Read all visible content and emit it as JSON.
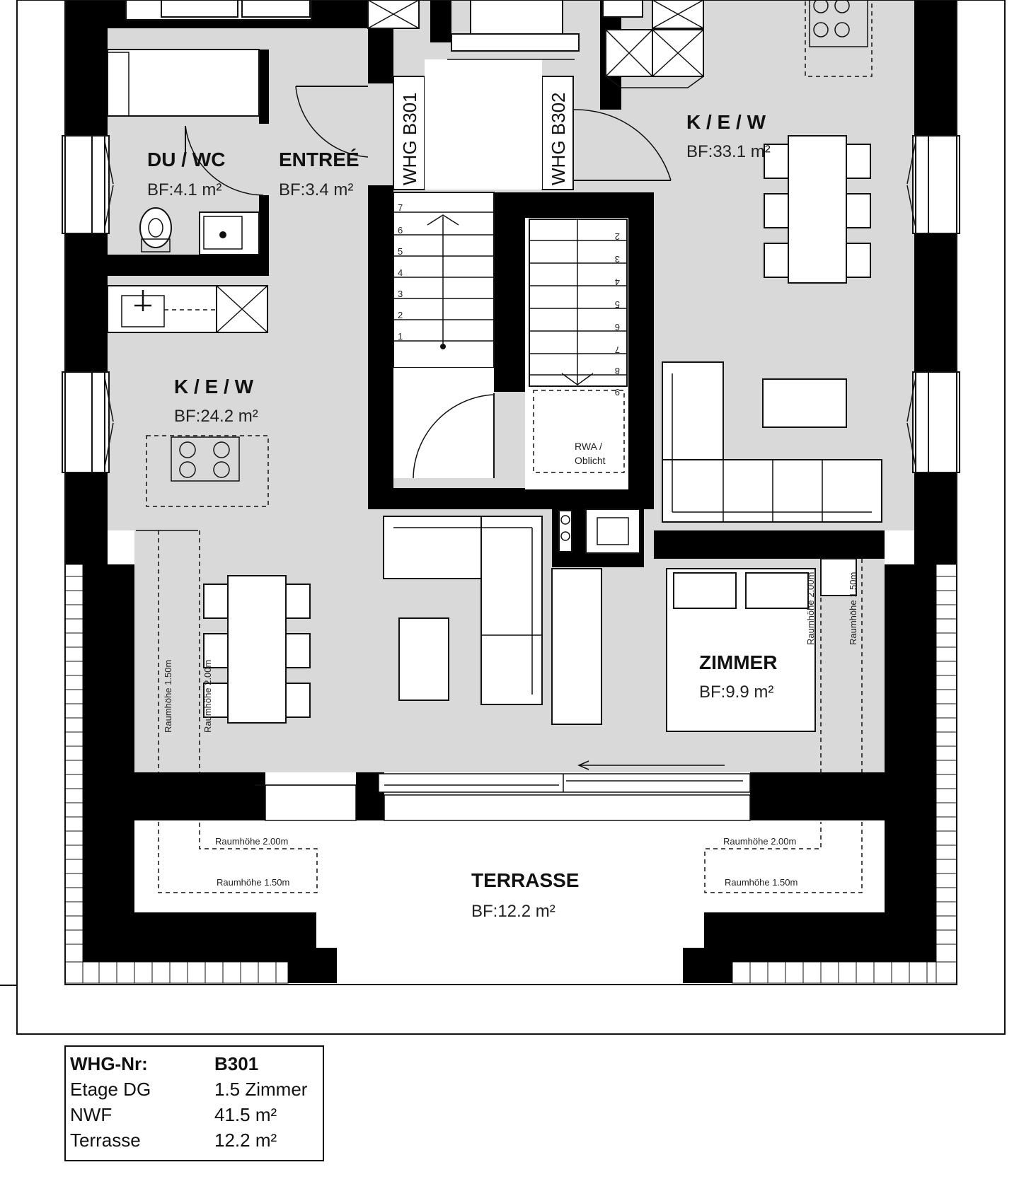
{
  "rooms": {
    "du_wc": {
      "name": "DU / WC",
      "area": "BF:4.1 m²"
    },
    "entree": {
      "name": "ENTREÉ",
      "area": "BF:3.4 m²"
    },
    "kew_left": {
      "name": "K / E / W",
      "area": "BF:24.2 m²"
    },
    "kew_right": {
      "name": "K / E / W",
      "area": "BF:33.1 m²"
    },
    "zimmer": {
      "name": "ZIMMER",
      "area": "BF:9.9 m²"
    },
    "terrasse": {
      "name": "TERRASSE",
      "area": "BF:12.2 m²"
    }
  },
  "doors": {
    "left": "WHG B301",
    "right": "WHG B302"
  },
  "notes": {
    "rwa": [
      "RWA /",
      "Oblicht"
    ],
    "raumhoehe_200": "Raumhöhe 2.00m",
    "raumhoehe_150": "Raumhöhe 1.50m"
  },
  "stairs": {
    "left_steps": [
      "7",
      "6",
      "5",
      "4",
      "3",
      "2",
      "1"
    ],
    "right_steps": [
      "2",
      "3",
      "4",
      "5",
      "6",
      "7",
      "8",
      "9"
    ]
  },
  "unit_info": {
    "rows": [
      {
        "key": "WHG-Nr:",
        "value": "B301"
      },
      {
        "key": "Etage DG",
        "value": "1.5 Zimmer"
      },
      {
        "key": "NWF",
        "value": "41.5 m²"
      },
      {
        "key": "Terrasse",
        "value": "12.2 m²"
      }
    ]
  }
}
